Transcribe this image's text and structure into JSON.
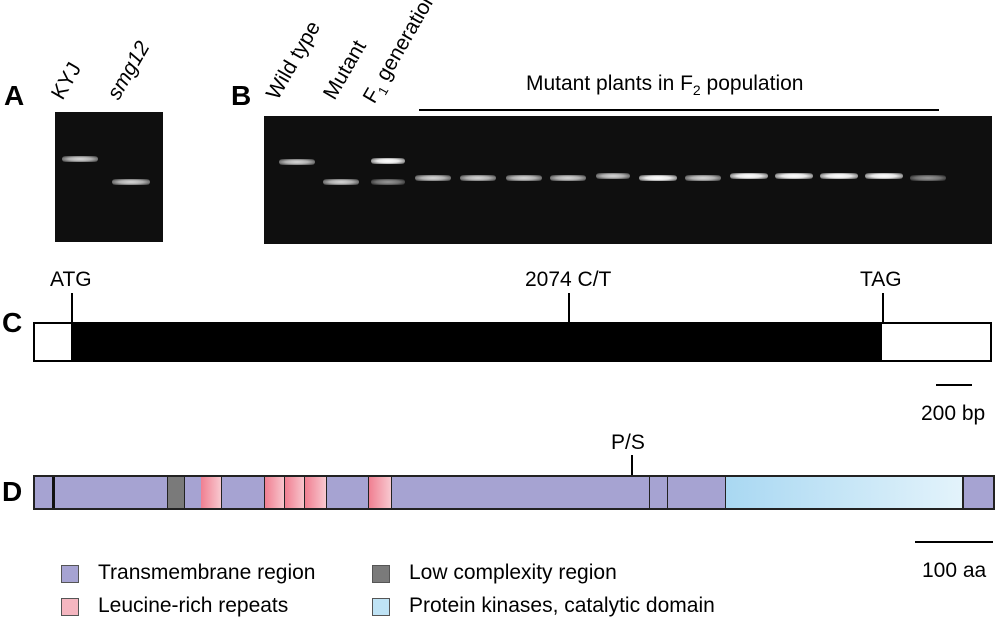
{
  "panel_a": {
    "letter": "A",
    "lane_labels": [
      "KYJ",
      "smg12"
    ]
  },
  "panel_b": {
    "letter": "B",
    "lane_labels": [
      "Wild type",
      "Mutant"
    ],
    "f1_label_prefix": "F",
    "f1_label_sub": "1",
    "f1_label_suffix": " generation",
    "f2_label_prefix": "Mutant plants in F",
    "f2_label_sub": "2",
    "f2_label_suffix": " population"
  },
  "panel_c": {
    "letter": "C",
    "start_codon": "ATG",
    "mutation": "2074 C/T",
    "stop_codon": "TAG",
    "scale_label": "200 bp"
  },
  "panel_d": {
    "letter": "D",
    "mutation": "P/S",
    "scale_label": "100 aa"
  },
  "legend": [
    {
      "name": "Transmembrane region",
      "color": "#a6a3d2"
    },
    {
      "name": "Low complexity region",
      "color": "#7a7a7a"
    },
    {
      "name": "Leucine-rich repeats",
      "color": "#f5b6c0"
    },
    {
      "name": "Protein kinases, catalytic domain",
      "color": "#bfe3f5"
    }
  ],
  "colors": {
    "protein_body": "#a6a3d2",
    "lrr": "#f5b6c0",
    "low_complexity": "#7a7a7a",
    "kinase": "#bfe3f5",
    "gel_background": "#0f0f0f"
  }
}
